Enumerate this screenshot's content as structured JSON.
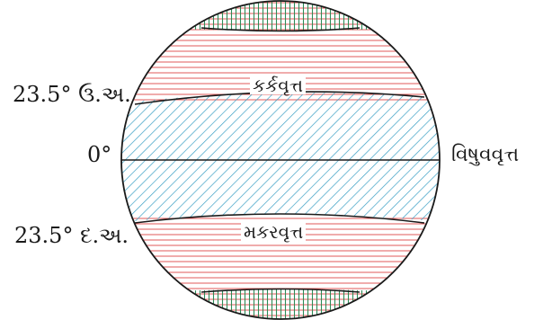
{
  "labels": {
    "north_lat": "23.5° ઉ.અ.",
    "equator_lat": "0°",
    "south_lat": "23.5° દ.અ.",
    "equator_name": "વિષુવવૃત્ત",
    "tropic_cancer": "કર્કવૃત્ત",
    "tropic_capricorn": "મકરવૃત્ત"
  },
  "colors": {
    "polar_zone": "#2e8b57",
    "temperate_zone": "#e05a5a",
    "torrid_zone": "#3a9fc4",
    "outline": "#1a1a1a"
  }
}
